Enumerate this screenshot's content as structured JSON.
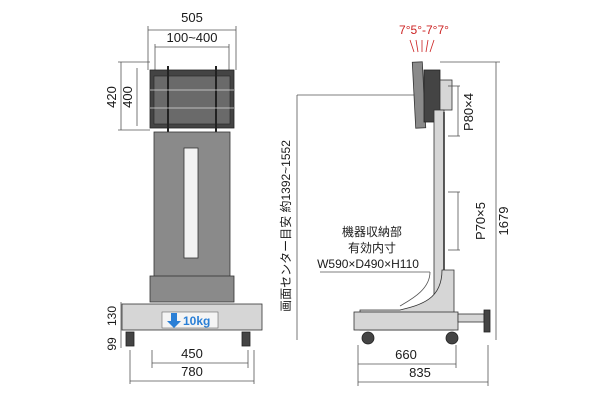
{
  "front": {
    "width_top": "505",
    "vesa": "100~400",
    "height_outer": "420",
    "height_inner": "400",
    "weight": "10kg",
    "dim_130": "130",
    "dim_99": "99",
    "base_inner": "450",
    "base_outer": "780"
  },
  "side": {
    "tilt": "7°5°-7°7°",
    "center_label": "画面センター目安 約1392~1552",
    "p80": "P80×4",
    "p70": "P70×5",
    "height_total": "1679",
    "storage_title": "機器収納部",
    "storage_sub": "有効内寸",
    "storage_dims": "W590×D490×H110",
    "base_inner": "660",
    "base_outer": "835"
  },
  "colors": {
    "tilt": "#cc2222",
    "weight_arrow": "#2a7fd6",
    "body": "#8a8a8a"
  }
}
